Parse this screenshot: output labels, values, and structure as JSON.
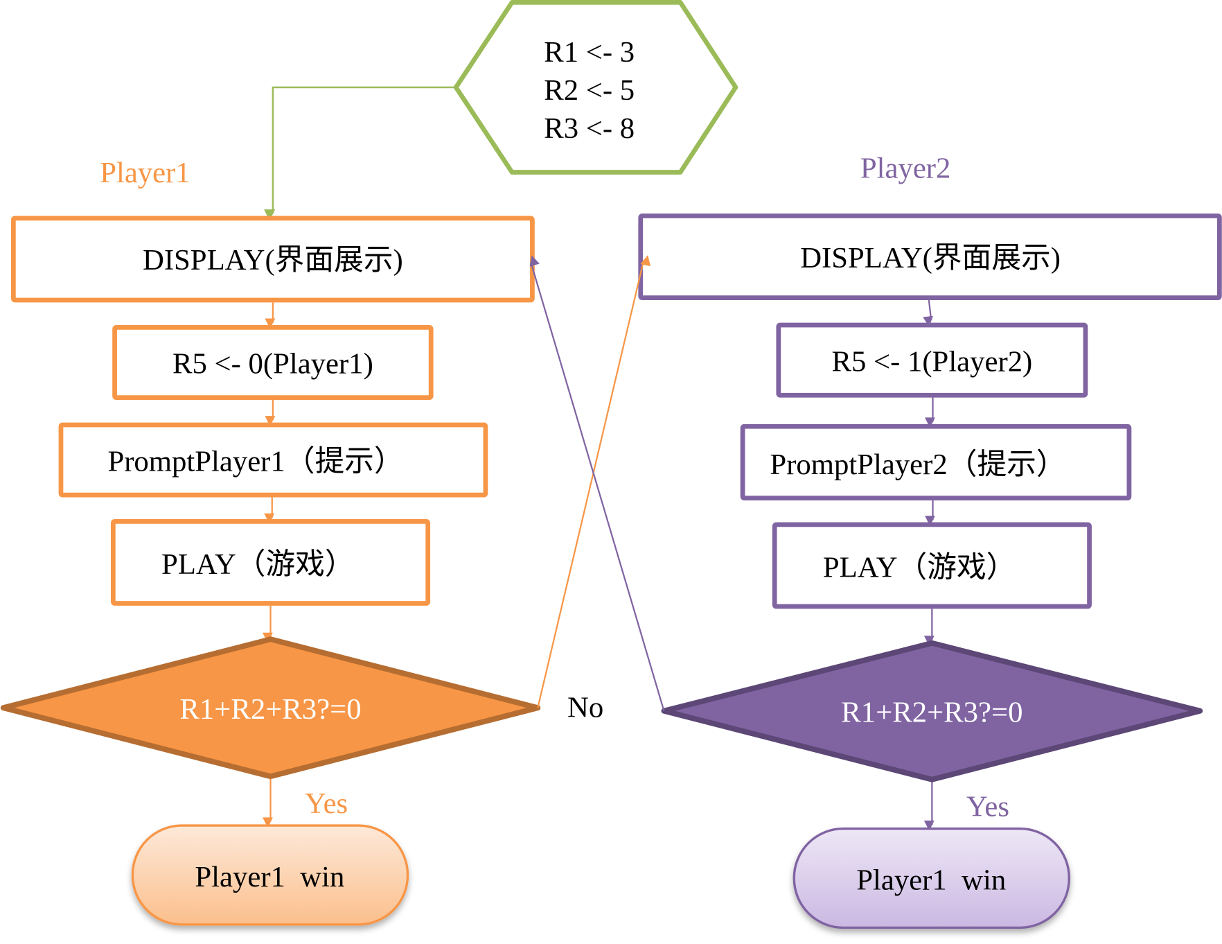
{
  "colors": {
    "init": "#9bbb59",
    "player1": "#f79646",
    "player1_dark": "#b66d31",
    "player1_term_top": "#fde9d9",
    "player1_term_bottom": "#fbbf8c",
    "player2": "#8064a2",
    "player2_dark": "#5c4776",
    "player2_term_top": "#ede7f6",
    "player2_term_bottom": "#cbb8e2",
    "text": "#000000",
    "decision_text": "#ffffff"
  },
  "init": {
    "lines": [
      "R1 <- 3",
      "R2 <- 5",
      "R3 <- 8"
    ]
  },
  "player1": {
    "lane_label": "Player1",
    "display": "DISPLAY(界面展示)",
    "set_r5": "R5 <- 0(Player1)",
    "prompt": "PromptPlayer1（提示）",
    "play": "PLAY（游戏）",
    "decision": "R1+R2+R3?=0",
    "yes_label": "Yes",
    "terminal": "Player1  win"
  },
  "player2": {
    "lane_label": "Player2",
    "display": "DISPLAY(界面展示)",
    "set_r5": "R5 <- 1(Player2)",
    "prompt": "PromptPlayer2（提示）",
    "play": "PLAY（游戏）",
    "decision": "R1+R2+R3?=0",
    "yes_label": "Yes",
    "terminal": "Player1  win"
  },
  "no_label": "No"
}
